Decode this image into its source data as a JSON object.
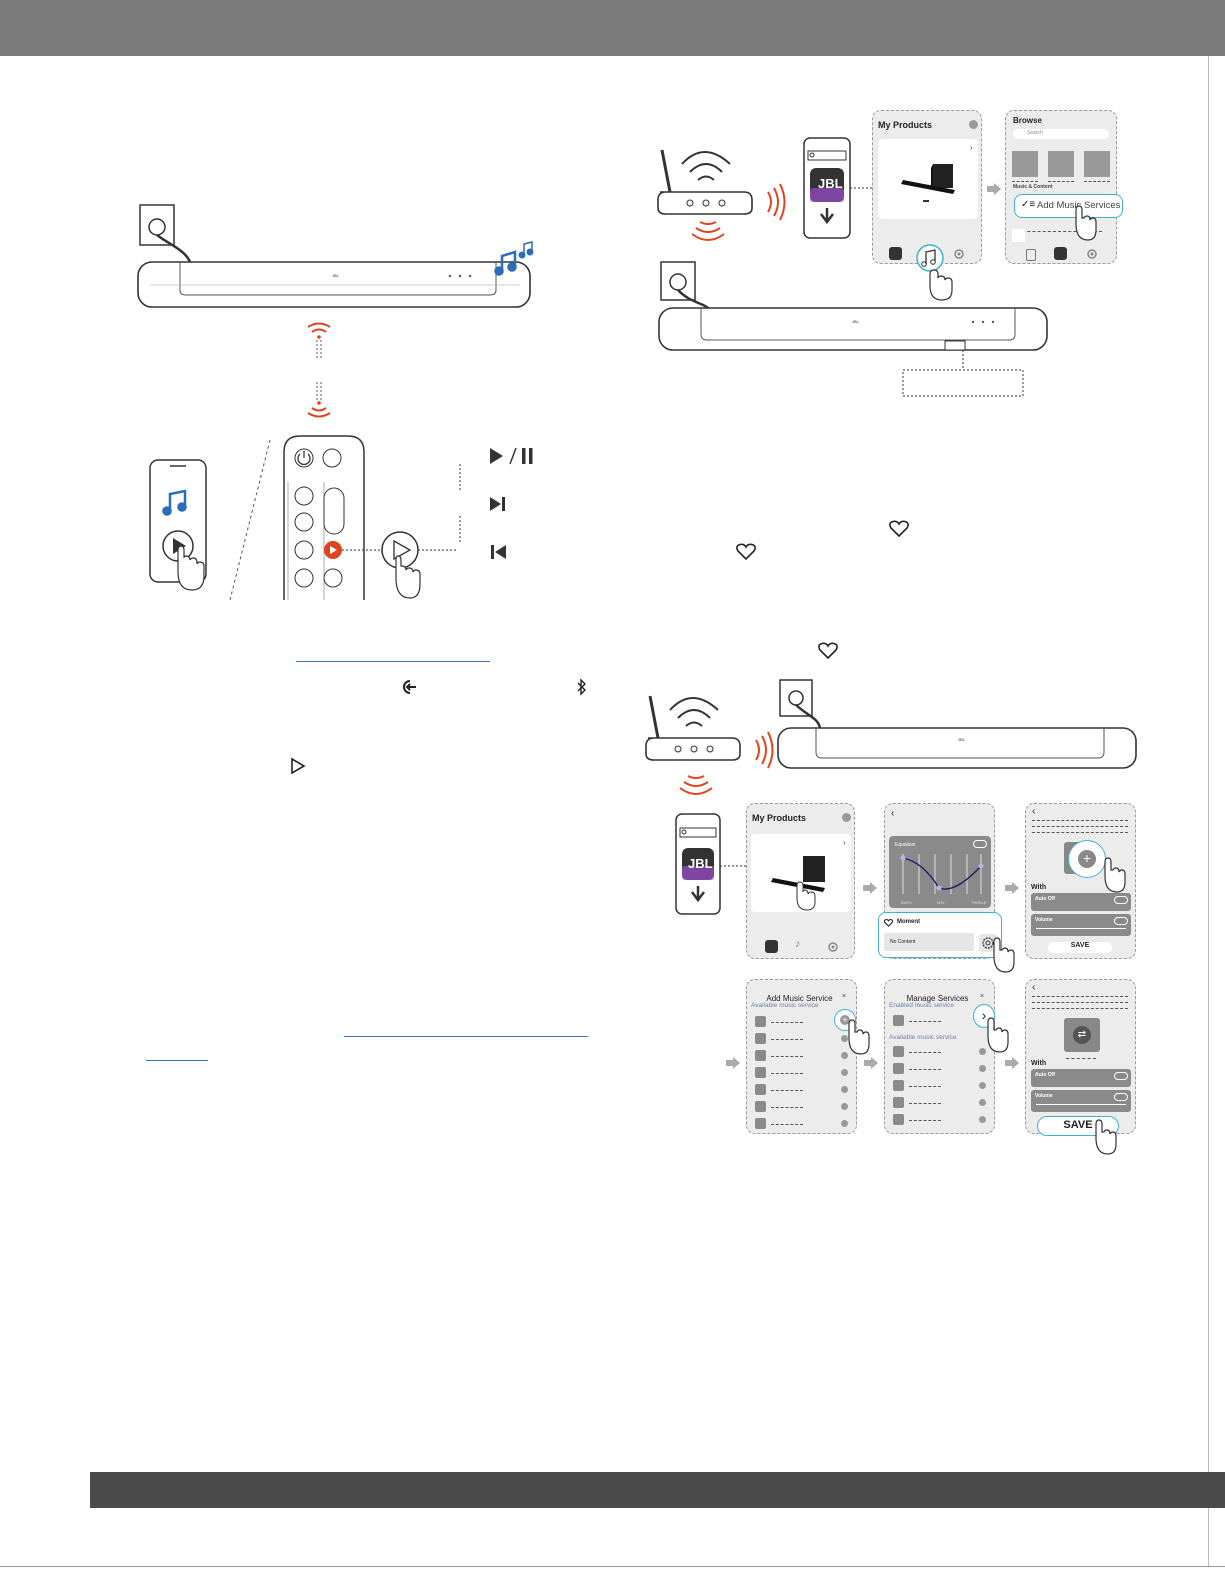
{
  "colors": {
    "header_bar": "#7c7b7b",
    "footer_bar": "#4a4a4a",
    "accent_blue": "#2a6ebb",
    "accent_orange": "#e0441e",
    "highlight_cyan": "#3fb0d6"
  },
  "top_right_app": {
    "my_products_title": "My Products",
    "browse_title": "Browse",
    "search_placeholder": "Search",
    "music_content_label": "Music & Content",
    "add_music_services_label": "Add Music Services"
  },
  "logo_text": "JBL",
  "moment_flow": {
    "my_products_title": "My Products",
    "equalizer_label": "Equalizer",
    "eq_bands": [
      "BASS",
      "MID",
      "TREBLE"
    ],
    "moment_label": "Moment",
    "no_content_label": "No Content",
    "with_label": "With",
    "auto_off_label": "Auto Off",
    "volume_label": "Volume",
    "save_label": "SAVE",
    "add_music_service_title": "Add Music Service",
    "available_music_service_label": "Available music service",
    "manage_services_title": "Manage Services",
    "enabled_music_service_label": "Enabled music service",
    "close_symbol": "×"
  },
  "icons": [
    "music-note-icon",
    "play-icon",
    "play-pause-icon",
    "next-track-icon",
    "prev-track-icon",
    "heart-icon",
    "input-source-icon",
    "bluetooth-icon",
    "wifi-icon",
    "gear-icon",
    "plus-icon",
    "chevron-right-icon",
    "hand-pointer-icon",
    "power-icon",
    "download-arrow-icon"
  ]
}
